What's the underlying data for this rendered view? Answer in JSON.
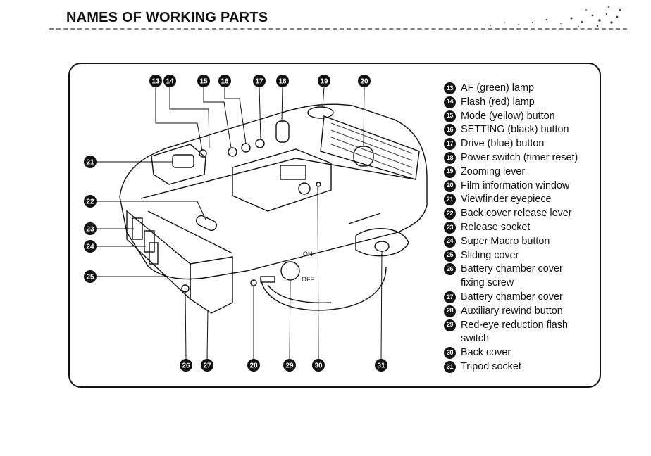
{
  "header": {
    "title": "NAMES OF WORKING PARTS"
  },
  "callouts": [
    "13",
    "14",
    "15",
    "16",
    "17",
    "18",
    "19",
    "20",
    "21",
    "22",
    "23",
    "24",
    "25",
    "26",
    "27",
    "28",
    "29",
    "30",
    "31"
  ],
  "camera_marks": {
    "on": "ON",
    "off": "OFF"
  },
  "legend": [
    {
      "num": "13",
      "label": "AF (green) lamp"
    },
    {
      "num": "14",
      "label": "Flash (red) lamp"
    },
    {
      "num": "15",
      "label": "Mode (yellow) button"
    },
    {
      "num": "16",
      "label": "SETTING (black) button"
    },
    {
      "num": "17",
      "label": "Drive (blue) button"
    },
    {
      "num": "18",
      "label": "Power switch (timer reset)"
    },
    {
      "num": "19",
      "label": "Zooming lever"
    },
    {
      "num": "20",
      "label": "Film information window"
    },
    {
      "num": "21",
      "label": "Viewfinder eyepiece"
    },
    {
      "num": "22",
      "label": "Back cover release lever"
    },
    {
      "num": "23",
      "label": "Release socket"
    },
    {
      "num": "24",
      "label": "Super Macro button"
    },
    {
      "num": "25",
      "label": "Sliding cover"
    },
    {
      "num": "26",
      "label": "Battery chamber cover\nfixing screw"
    },
    {
      "num": "27",
      "label": "Battery chamber cover"
    },
    {
      "num": "28",
      "label": "Auxiliary rewind button"
    },
    {
      "num": "29",
      "label": "Red-eye reduction flash\nswitch"
    },
    {
      "num": "30",
      "label": "Back cover"
    },
    {
      "num": "31",
      "label": "Tripod socket"
    }
  ]
}
